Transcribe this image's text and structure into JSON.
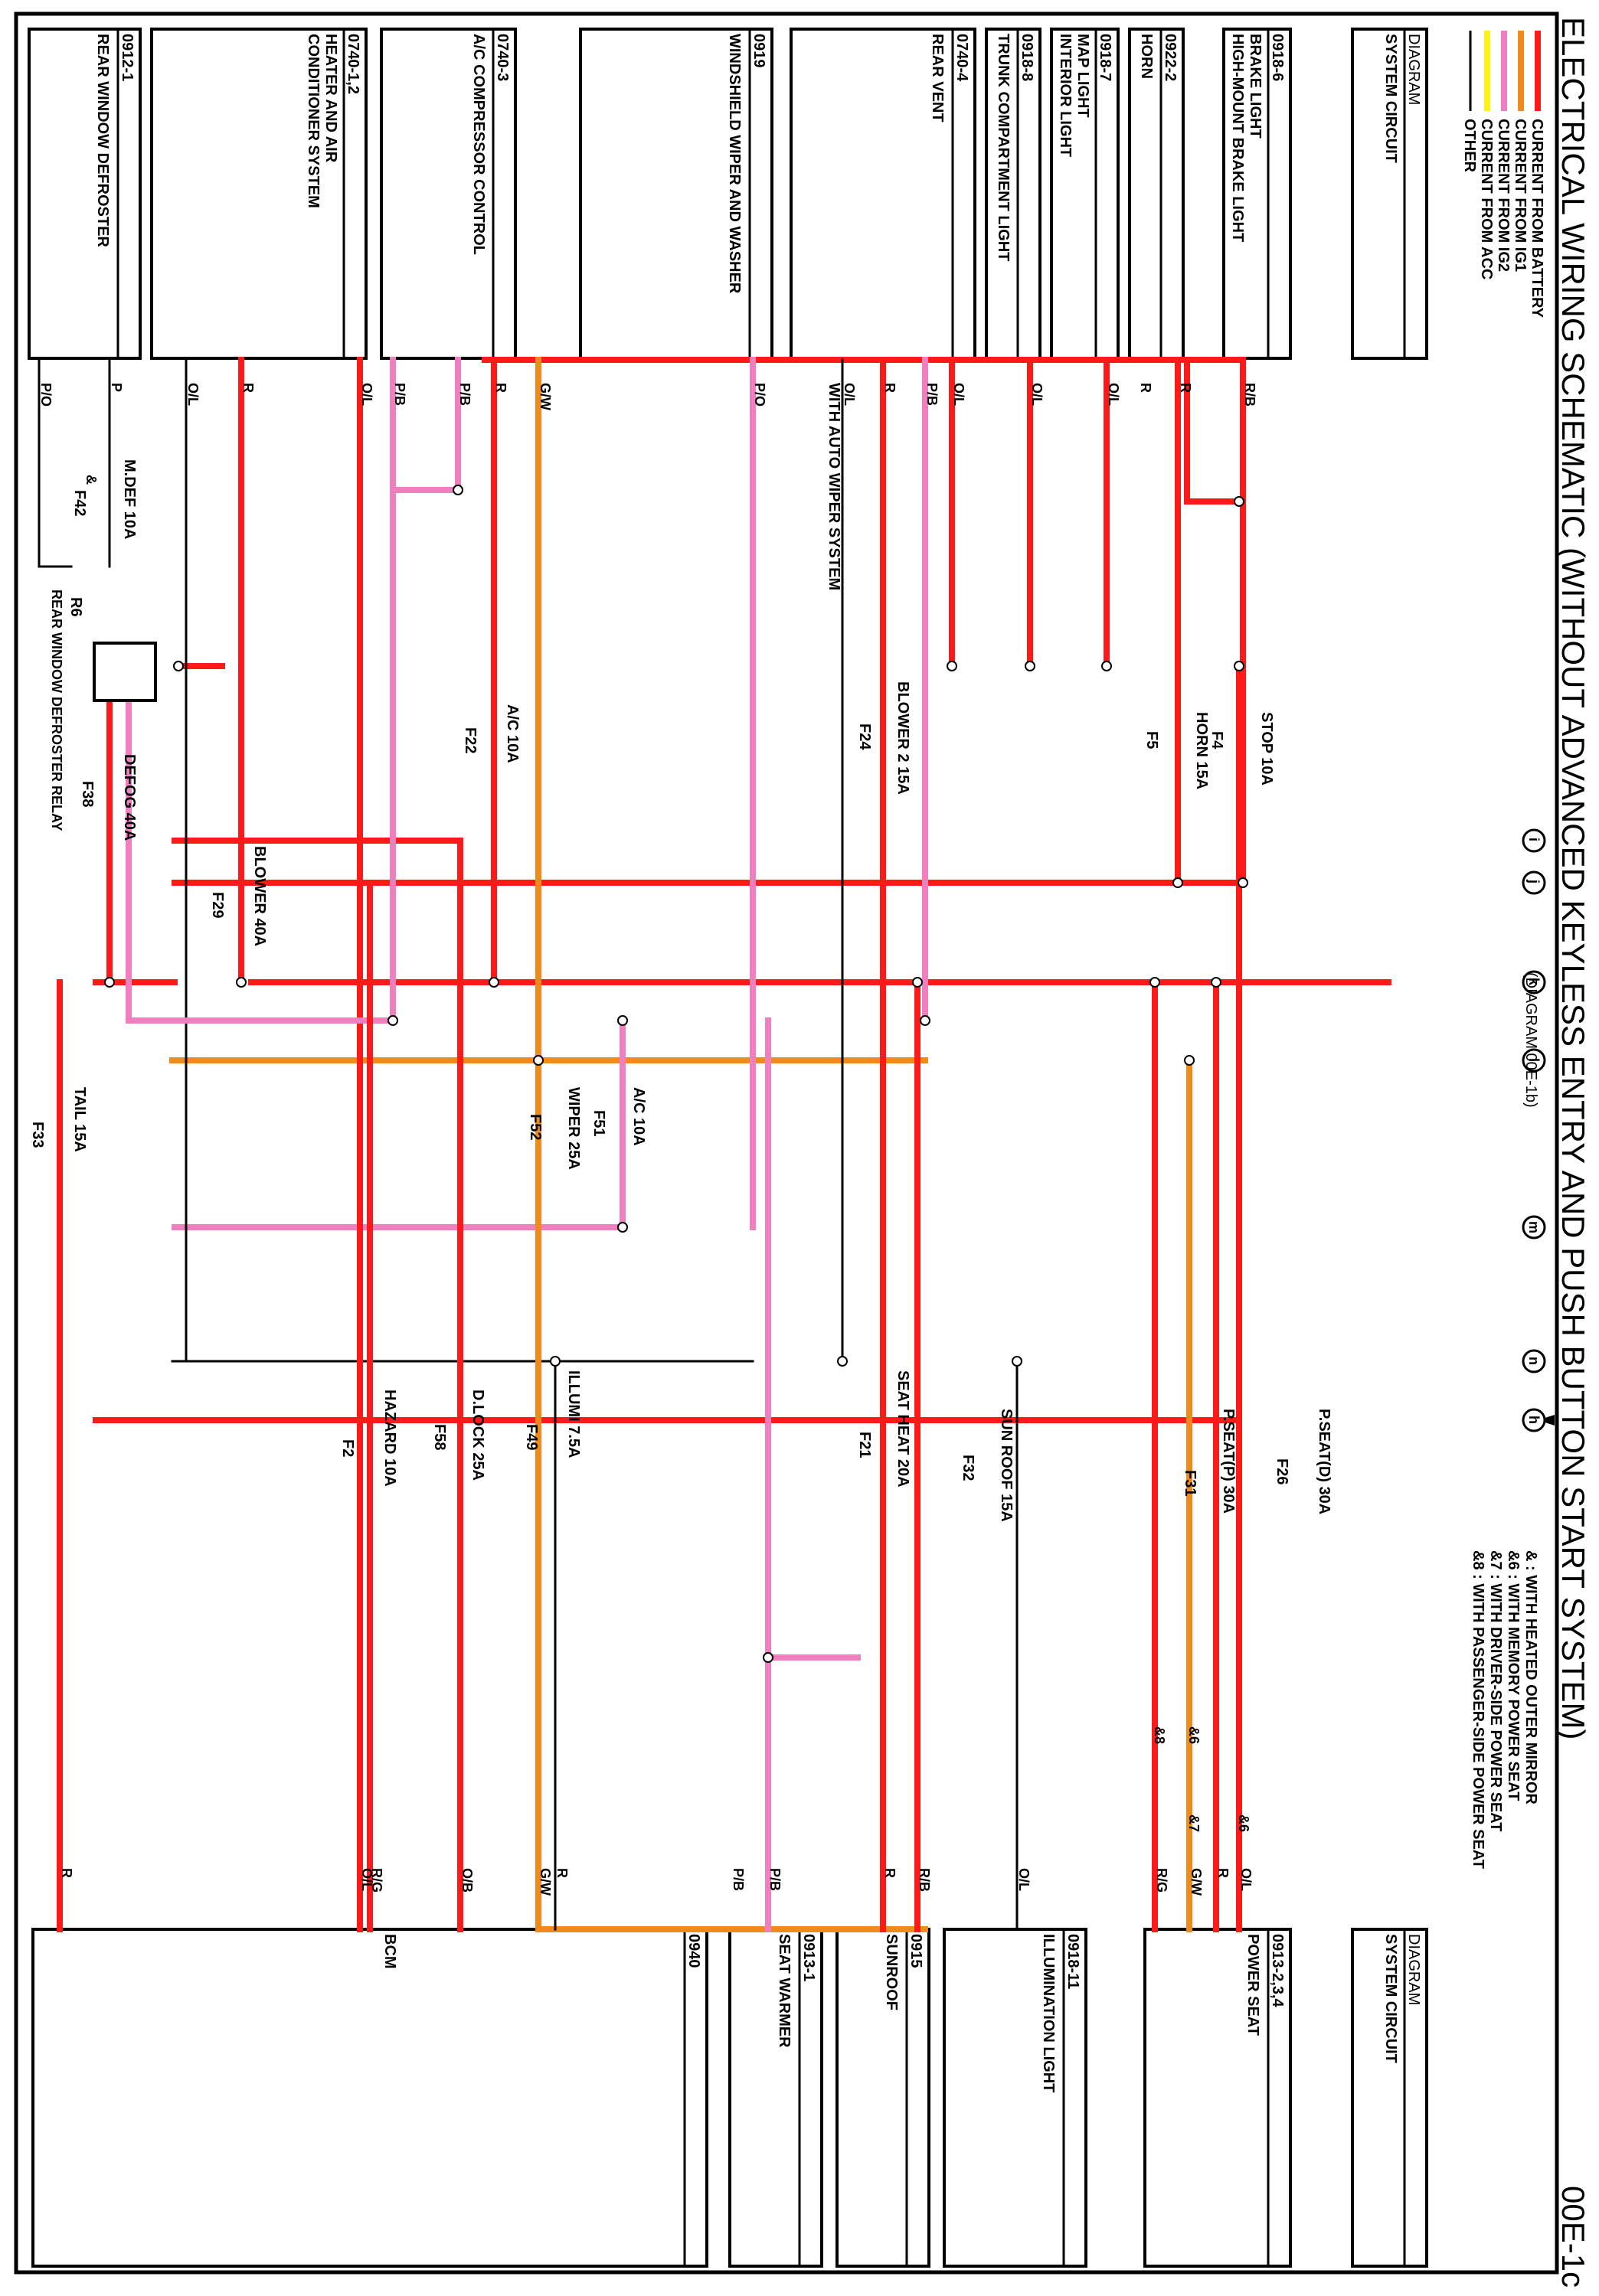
{
  "title": "ELECTRICAL WIRING SCHEMATIC (WITHOUT ADVANCED KEYLESS ENTRY AND PUSH BUTTON START SYSTEM)",
  "page_id": "00E-1c",
  "colors": {
    "battery": "#ff1a1a",
    "ig1": "#f08a1c",
    "ig2": "#f07fc0",
    "acc": "#ffef1a",
    "other": "#000000"
  },
  "legend": [
    {
      "label": "CURRENT FROM BATTERY",
      "color": "#ff1a1a"
    },
    {
      "label": "CURRENT FROM IG1",
      "color": "#f08a1c"
    },
    {
      "label": "CURRENT FROM IG2",
      "color": "#f07fc0"
    },
    {
      "label": "CURRENT FROM ACC",
      "color": "#ffef1a"
    },
    {
      "label": "OTHER",
      "color": "#000000"
    }
  ],
  "diagram_header": {
    "title": "DIAGRAM",
    "subtitle": "SYSTEM CIRCUIT"
  },
  "left_systems": [
    {
      "code": "0918-6",
      "lines": [
        "BRAKE LIGHT",
        "HIGH-MOUNT BRAKE LIGHT"
      ]
    },
    {
      "code": "0922-2",
      "lines": [
        "HORN"
      ]
    },
    {
      "code": "0918-7",
      "lines": [
        "MAP LIGHT",
        "INTERIOR LIGHT"
      ]
    },
    {
      "code": "0918-8",
      "lines": [
        "TRUNK COMPARTMENT LIGHT"
      ]
    },
    {
      "code": "0740-4",
      "lines": [
        "REAR VENT"
      ]
    },
    {
      "code": "0919",
      "lines": [
        "WINDSHIELD WIPER AND WASHER"
      ]
    },
    {
      "code": "0740-3",
      "lines": [
        "A/C COMPRESSOR CONTROL"
      ]
    },
    {
      "code": "0740-1,2",
      "lines": [
        "HEATER AND AIR",
        "CONDITIONER SYSTEM"
      ]
    },
    {
      "code": "0912-1",
      "lines": [
        "REAR WINDOW DEFROSTER"
      ]
    }
  ],
  "right_systems": [
    {
      "code": "0913-2,3,4",
      "lines": [
        "POWER SEAT"
      ]
    },
    {
      "code": "0918-11",
      "lines": [
        "ILLUMINATION LIGHT"
      ]
    },
    {
      "code": "0915",
      "lines": [
        "SUNROOF"
      ]
    },
    {
      "code": "0913-1",
      "lines": [
        "SEAT WARMER"
      ]
    },
    {
      "code": "0940",
      "lines": [
        "BCM"
      ]
    }
  ],
  "wire_codes": {
    "rb": "R/B",
    "r": "R",
    "ol": "O/L",
    "pb": "P/B",
    "po": "P/O",
    "gw": "G/W",
    "p": "P",
    "rg": "R/G",
    "ob": "O/B"
  },
  "fuses": [
    {
      "name": "STOP 10A",
      "id": "F4"
    },
    {
      "name": "HORN 15A",
      "id": "F5"
    },
    {
      "name": "BLOWER 2 15A",
      "id": "F24"
    },
    {
      "name": "A/C 10A",
      "id": "F22"
    },
    {
      "name": "DEFOG 40A",
      "id": "F38"
    },
    {
      "name": "BLOWER 40A",
      "id": "F29"
    },
    {
      "name": "M.DEF 10A",
      "id": "F42"
    },
    {
      "name": "TAIL 15A",
      "id": "F33"
    },
    {
      "name": "A/C 10A",
      "id": "F51"
    },
    {
      "name": "WIPER 25A",
      "id": "F52"
    },
    {
      "name": "P.SEAT(D) 30A",
      "id": "F26"
    },
    {
      "name": "P.SEAT(P) 30A",
      "id": "F31"
    },
    {
      "name": "SUN ROOF 15A",
      "id": "F32"
    },
    {
      "name": "SEAT HEAT 20A",
      "id": "F21"
    },
    {
      "name": "ILLUMI 7.5A",
      "id": "F49"
    },
    {
      "name": "D.LOCK 25A",
      "id": "F58"
    },
    {
      "name": "HAZARD 10A",
      "id": "F2"
    }
  ],
  "relay": {
    "id": "R6",
    "name": "REAR WINDOW DEFROSTER RELAY"
  },
  "auto_wiper_note": "WITH AUTO WIPER SYSTEM",
  "diagram_ref": "(DIAGRAM 00E-1b)",
  "connectors": [
    "h",
    "i",
    "j",
    "k",
    "l",
    "m",
    "n"
  ],
  "option_notes": [
    "& : WITH HEATED OUTER MIRROR",
    "&6 : WITH MEMORY POWER SEAT",
    "&7 : WITH DRIVER-SIDE POWER SEAT",
    "&8 : WITH PASSENGER-SIDE POWER SEAT"
  ],
  "option_marks": {
    "amp": "&",
    "m6": "&6",
    "m7": "&7",
    "m8": "&8"
  }
}
